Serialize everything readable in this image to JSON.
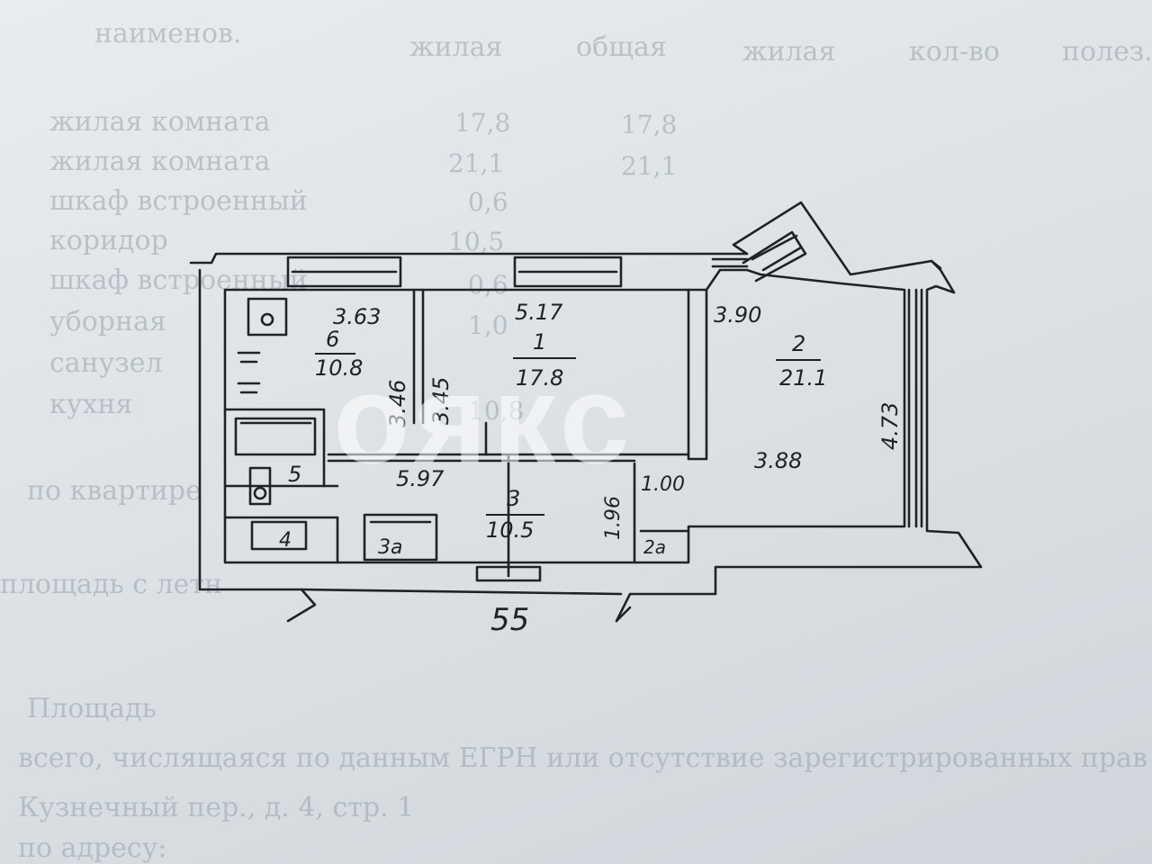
{
  "background_table": {
    "header_fragments": [
      "наименов.",
      "жилая",
      "общая",
      "жилая",
      "кол-во",
      "полез."
    ],
    "row_labels": [
      "жилая комната",
      "жилая комната",
      "шкаф встроенный",
      "коридор",
      "шкаф встроенный",
      "уборная",
      "санузел",
      "кухня"
    ],
    "row_values_a": [
      "17,8",
      "21,1",
      "0,6",
      "10,5",
      "0,6",
      "1,0",
      "",
      "10,8"
    ],
    "row_values_b": [
      "17,8",
      "21,1"
    ],
    "total_label": "по квартире",
    "area_label": "площадь с летн"
  },
  "footer_text": {
    "line1": "Площадь",
    "line2": "всего, числящаяся по данным ЕГРН или отсутствие зарегистрированных прав",
    "line3": "Кузнечный пер., д. 4, стр. 1",
    "line4": "по адресу:"
  },
  "watermark": "оякс",
  "floor_plan": {
    "building_number": "55",
    "rooms": [
      {
        "number": "6",
        "area": "10.8"
      },
      {
        "number": "1",
        "area": "17.8"
      },
      {
        "number": "2",
        "area": "21.1"
      },
      {
        "number": "3",
        "area": "10.5"
      },
      {
        "number": "5",
        "area": ""
      },
      {
        "number": "4",
        "area": ""
      },
      {
        "number": "3а",
        "area": ""
      },
      {
        "number": "2а",
        "area": ""
      }
    ],
    "dimensions": {
      "room6_width": "3.63",
      "room1_width": "5.17",
      "room2_width": "3.90",
      "room6_depth": "3.46",
      "room1_depth": "3.45",
      "room2_depth": "4.73",
      "corridor_length": "5.97",
      "room2_bottom": "3.88",
      "closet_width": "1.00",
      "closet_depth": "1.96"
    }
  },
  "colors": {
    "ink": "#1d2326",
    "paper": "#e2e6e9",
    "ghost_text": "#9aa3aa",
    "watermark": "#ffffff"
  }
}
